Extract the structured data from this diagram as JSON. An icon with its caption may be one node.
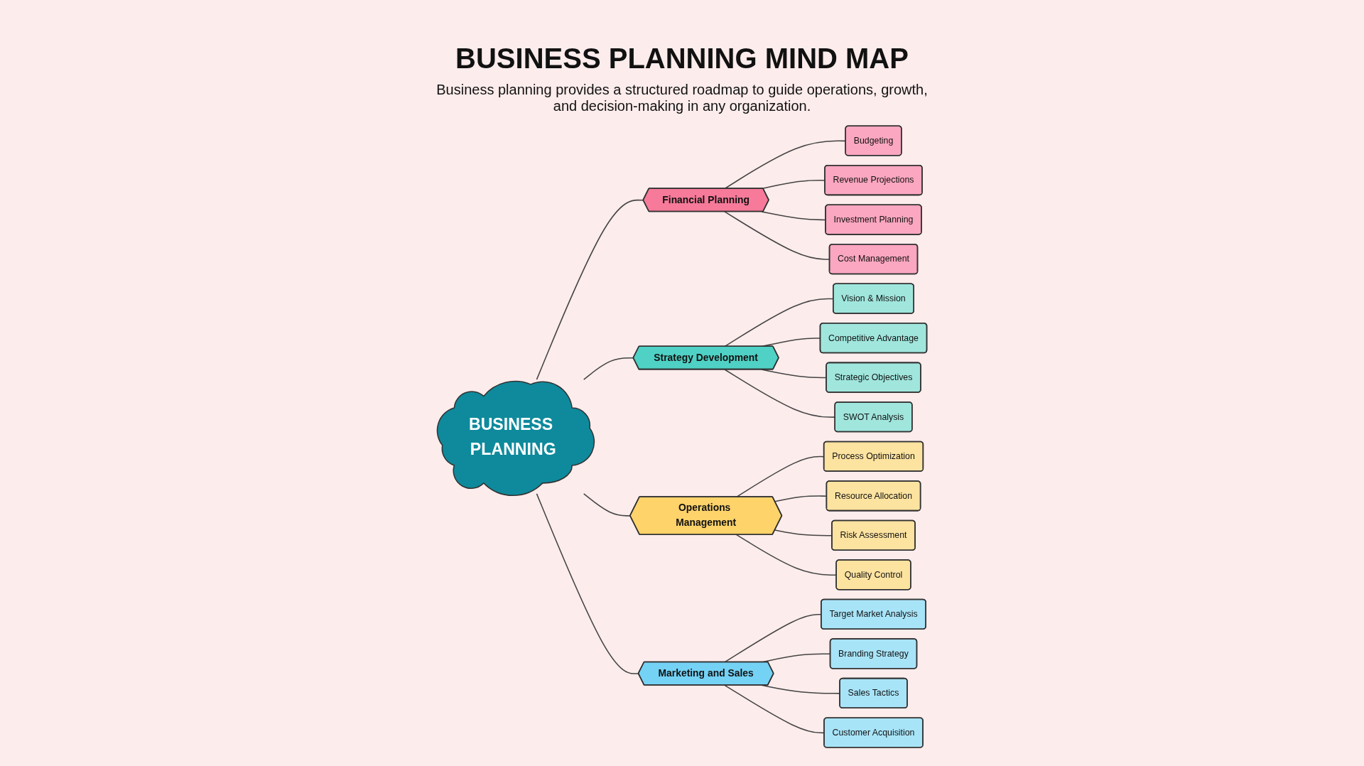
{
  "diagram": {
    "title": "BUSINESS PLANNING MIND MAP",
    "caption": "Business planning provides a structured roadmap to guide operations, growth, and decision-making in any organization.",
    "nodes": [
      {
        "text": [
          "BUSINESS PLANNING"
        ]
      },
      {
        "text": [
          "Financial Planning"
        ]
      },
      {
        "text": [
          "Budgeting"
        ]
      },
      {
        "text": [
          "Revenue Projections"
        ]
      },
      {
        "text": [
          "Investment Planning"
        ]
      },
      {
        "text": [
          "Cost Management"
        ]
      },
      {
        "text": [
          "Strategy Development"
        ]
      },
      {
        "text": [
          "Vision & Mission"
        ]
      },
      {
        "text": [
          "Competitive Advantage"
        ]
      },
      {
        "text": [
          "Strategic Objectives"
        ]
      },
      {
        "text": [
          "SWOT Analysis"
        ]
      },
      {
        "text": [
          "Operations Management"
        ]
      },
      {
        "text": [
          "Process Optimization"
        ]
      },
      {
        "text": [
          "Resource Allocation"
        ]
      },
      {
        "text": [
          "Risk Assessment"
        ]
      },
      {
        "text": [
          "Quality Control"
        ]
      },
      {
        "text": [
          "Marketing and Sales"
        ]
      },
      {
        "text": [
          "Target Market Analysis"
        ]
      },
      {
        "text": [
          "Branding Strategy"
        ]
      },
      {
        "text": [
          "Sales Tactics"
        ]
      },
      {
        "text": [
          "Customer Acquisition"
        ]
      }
    ],
    "edges": [
      {
        "from": 0,
        "to": 1,
        "arrow": "none"
      },
      {
        "from": 1,
        "to": 2,
        "arrow": "none"
      },
      {
        "from": 1,
        "to": 3,
        "arrow": "none"
      },
      {
        "from": 1,
        "to": 4,
        "arrow": "none"
      },
      {
        "from": 1,
        "to": 5,
        "arrow": "none"
      },
      {
        "from": 0,
        "to": 6,
        "arrow": "none"
      },
      {
        "from": 6,
        "to": 7,
        "arrow": "none"
      },
      {
        "from": 6,
        "to": 8,
        "arrow": "none"
      },
      {
        "from": 6,
        "to": 9,
        "arrow": "none"
      },
      {
        "from": 6,
        "to": 10,
        "arrow": "none"
      },
      {
        "from": 0,
        "to": 11,
        "arrow": "none"
      },
      {
        "from": 11,
        "to": 12,
        "arrow": "none"
      },
      {
        "from": 11,
        "to": 13,
        "arrow": "none"
      },
      {
        "from": 11,
        "to": 14,
        "arrow": "none"
      },
      {
        "from": 11,
        "to": 15,
        "arrow": "none"
      },
      {
        "from": 0,
        "to": 16,
        "arrow": "none"
      },
      {
        "from": 16,
        "to": 17,
        "arrow": "none"
      },
      {
        "from": 16,
        "to": 18,
        "arrow": "none"
      },
      {
        "from": 16,
        "to": 19,
        "arrow": "none"
      },
      {
        "from": 16,
        "to": 20,
        "arrow": "none"
      }
    ]
  }
}
